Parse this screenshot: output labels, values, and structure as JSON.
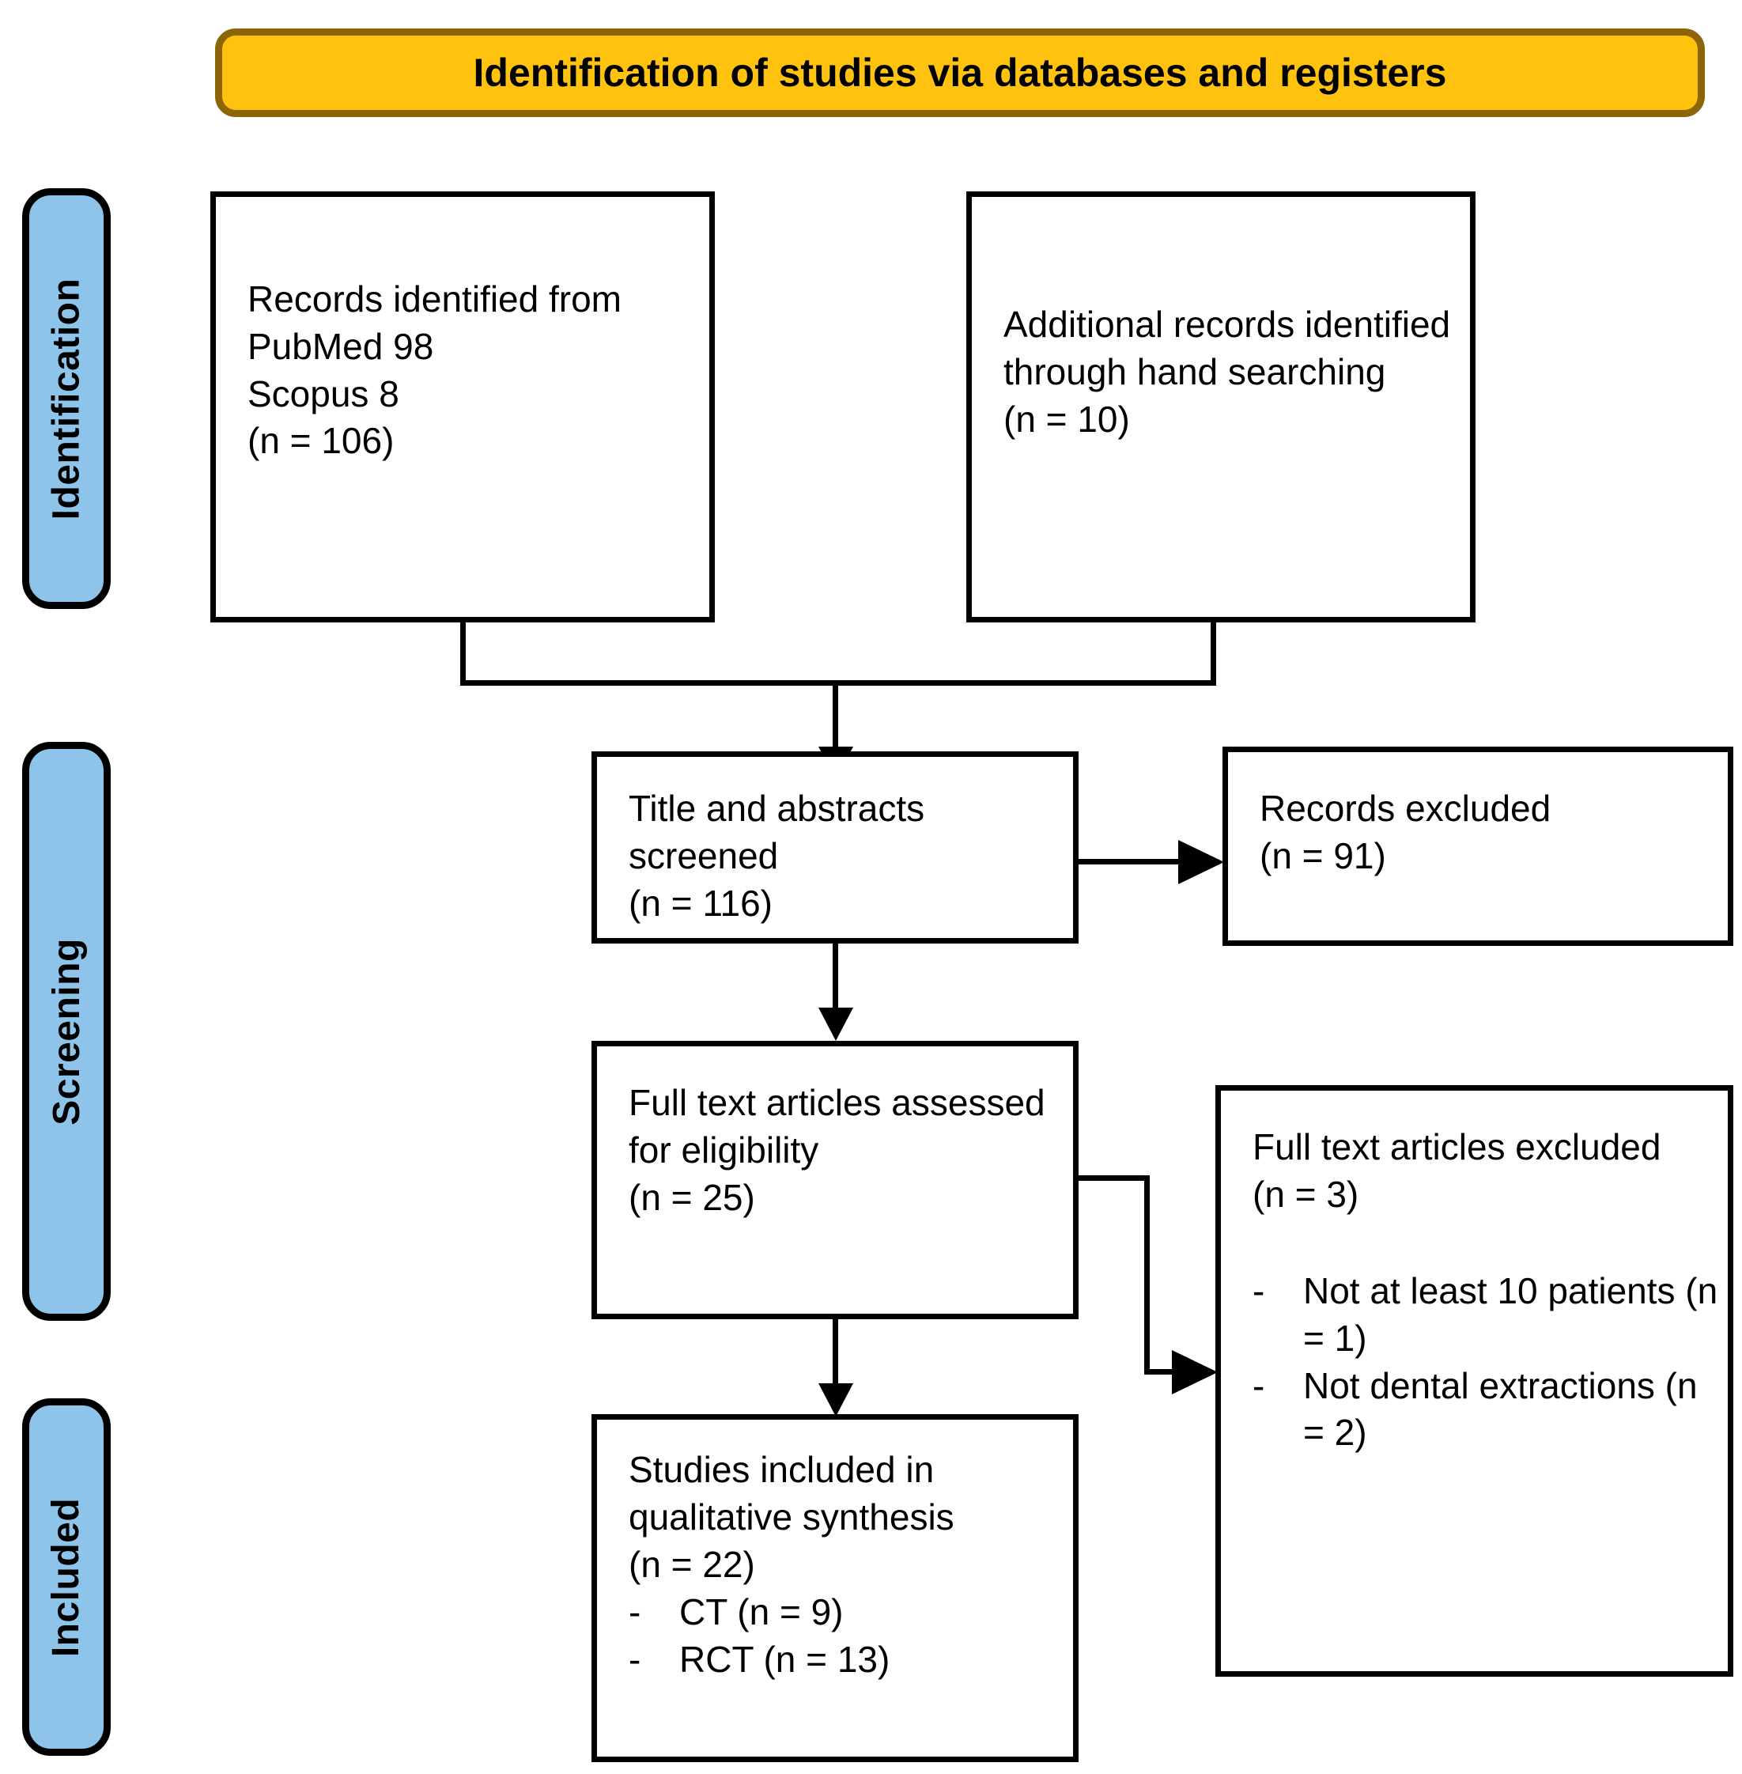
{
  "banner": {
    "title": "Identification of studies via databases and registers",
    "fill_color": "#FFC20E",
    "border_color": "#8C6508"
  },
  "stage_labels": [
    {
      "id": "identification",
      "label": "Identification",
      "fill_color": "#8FC4EA"
    },
    {
      "id": "screening",
      "label": "Screening",
      "fill_color": "#8FC4EA"
    },
    {
      "id": "included",
      "label": "Included",
      "fill_color": "#8FC4EA"
    }
  ],
  "boxes": {
    "records_identified": {
      "text": "Records identified from\nPubMed 98\nScopus  8\n(n = 106)"
    },
    "additional_records": {
      "text": "Additional records identified through hand searching\n(n = 10)"
    },
    "title_abstracts_screened": {
      "text": "Title and abstracts screened\n(n = 116)"
    },
    "records_excluded": {
      "text": "Records excluded\n(n = 91)"
    },
    "fulltext_assessed": {
      "text": "Full text articles assessed for eligibility\n(n = 25)"
    },
    "fulltext_excluded": {
      "heading": "Full text articles excluded\n(n = 3)",
      "bullets": [
        {
          "mark": "-",
          "text": "Not at least 10 patients (n = 1)"
        },
        {
          "mark": "-",
          "text": "Not dental extractions (n = 2)"
        }
      ]
    },
    "studies_included": {
      "heading": "Studies included in qualitative synthesis\n(n = 22)",
      "bullets": [
        {
          "mark": "-",
          "text": "CT (n = 9)"
        },
        {
          "mark": "-",
          "text": "RCT (n = 13)"
        }
      ]
    }
  }
}
